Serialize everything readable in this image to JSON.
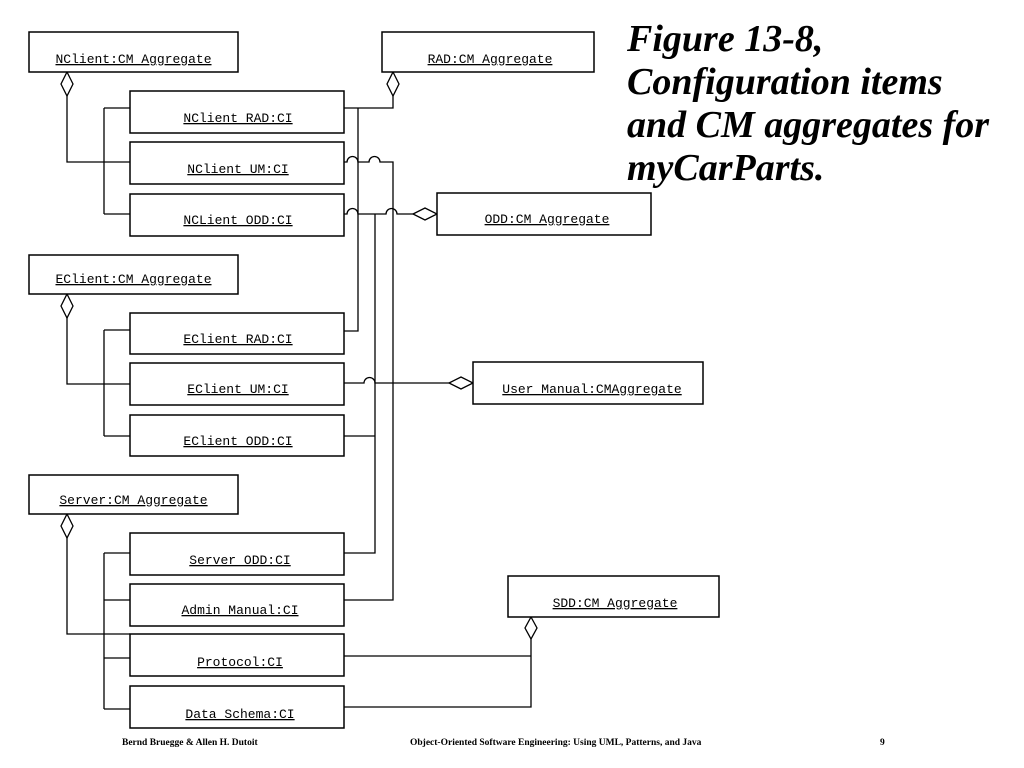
{
  "title": {
    "line1": "Figure 13-8,",
    "line2": "Configuration items",
    "line3": "and CM aggregates for",
    "line4": "myCarParts."
  },
  "aggregates": {
    "nclient": "NClient:CM Aggregate",
    "rad": "RAD:CM Aggregate",
    "odd": "ODD:CM Aggregate",
    "eclient": "EClient:CM Aggregate",
    "user_manual": "User Manual:CMAggregate",
    "server": "Server:CM Aggregate",
    "sdd": "SDD:CM Aggregate"
  },
  "items": {
    "nclient_rad": "NClient RAD:CI",
    "nclient_um": "NClient UM:CI",
    "nclient_odd": "NCLient ODD:CI",
    "eclient_rad": "EClient RAD:CI",
    "eclient_um": "EClient UM:CI",
    "eclient_odd": "EClient ODD:CI",
    "server_odd": "Server ODD:CI",
    "admin_manual": "Admin Manual:CI",
    "protocol": "Protocol:CI",
    "data_schema": "Data Schema:CI"
  },
  "footer": {
    "authors": "Bernd Bruegge & Allen H. Dutoit",
    "book": "Object-Oriented Software Engineering: Using UML, Patterns, and Java",
    "page": "9"
  }
}
